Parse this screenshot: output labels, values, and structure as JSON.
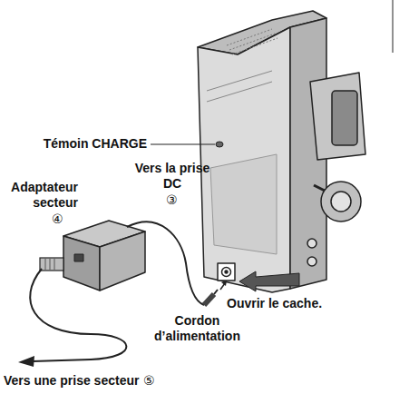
{
  "diagram": {
    "labels": [
      "Témoin CHARGE",
      "Vers la prise DC",
      "③",
      "Adaptateur secteur",
      "④",
      "Ouvrir le cache.",
      "Cordon d’alimentation",
      "Vers une prise secteur",
      "⑤"
    ]
  }
}
